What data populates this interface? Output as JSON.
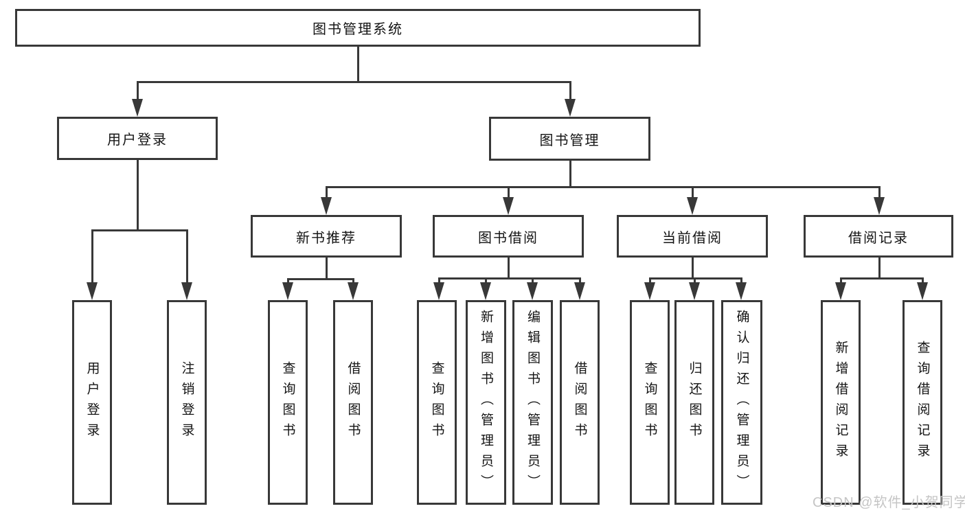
{
  "diagram": {
    "title": "图书管理系统",
    "type": "hierarchy-tree",
    "nodes": {
      "root": "图书管理系统",
      "user_login_group": "用户登录",
      "book_management": "图书管理",
      "new_book_recommend": "新书推荐",
      "book_borrowing": "图书借阅",
      "current_borrowing": "当前借阅",
      "borrowing_records": "借阅记录",
      "user_login": "用户登录",
      "logout_login": "注销登录",
      "query_book_recommend": "查询图书",
      "borrow_book_recommend": "借阅图书",
      "query_book_borrowing": "查询图书",
      "add_book_admin": "新增图书（管理员）",
      "edit_book_admin": "编辑图书（管理员）",
      "borrow_book_borrowing": "借阅图书",
      "query_book_current": "查询图书",
      "return_book": "归还图书",
      "confirm_return_admin": "确认归还（管理员）",
      "add_borrow_record": "新增借阅记录",
      "query_borrow_record": "查询借阅记录"
    },
    "edges": [
      [
        "root",
        "user_login_group"
      ],
      [
        "root",
        "book_management"
      ],
      [
        "user_login_group",
        "user_login"
      ],
      [
        "user_login_group",
        "logout_login"
      ],
      [
        "book_management",
        "new_book_recommend"
      ],
      [
        "book_management",
        "book_borrowing"
      ],
      [
        "book_management",
        "current_borrowing"
      ],
      [
        "book_management",
        "borrowing_records"
      ],
      [
        "new_book_recommend",
        "query_book_recommend"
      ],
      [
        "new_book_recommend",
        "borrow_book_recommend"
      ],
      [
        "book_borrowing",
        "query_book_borrowing"
      ],
      [
        "book_borrowing",
        "add_book_admin"
      ],
      [
        "book_borrowing",
        "edit_book_admin"
      ],
      [
        "book_borrowing",
        "borrow_book_borrowing"
      ],
      [
        "current_borrowing",
        "query_book_current"
      ],
      [
        "current_borrowing",
        "return_book"
      ],
      [
        "current_borrowing",
        "confirm_return_admin"
      ],
      [
        "borrowing_records",
        "add_borrow_record"
      ],
      [
        "borrowing_records",
        "query_borrow_record"
      ]
    ],
    "colors": {
      "line": "#383838",
      "border": "#383838",
      "text": "#141414",
      "background": "#ffffff",
      "watermark": "#c5c5c5"
    }
  },
  "watermark": "CSDN @软件_小贺同学"
}
